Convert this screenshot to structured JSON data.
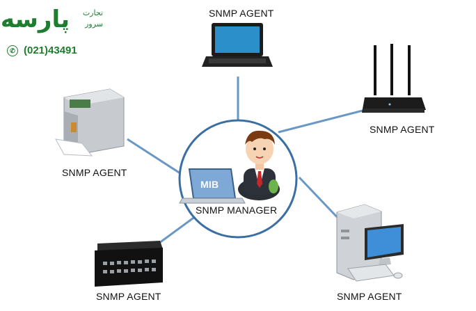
{
  "logo": {
    "main_text": "پارسه",
    "sub_text_1": "تجارت",
    "sub_text_2": "سرور",
    "phone": "(021)43491",
    "phone_icon": "whatsapp-phone-icon",
    "brand_color": "#1e7d2f"
  },
  "diagram": {
    "center": {
      "label": "SNMP MANAGER",
      "screen_label": "MIB"
    },
    "agents": [
      {
        "id": "laptop",
        "label": "SNMP AGENT",
        "icon": "laptop-icon"
      },
      {
        "id": "router",
        "label": "SNMP AGENT",
        "icon": "router-icon"
      },
      {
        "id": "printer",
        "label": "SNMP AGENT",
        "icon": "printer-icon"
      },
      {
        "id": "switch",
        "label": "SNMP AGENT",
        "icon": "network-switch-icon"
      },
      {
        "id": "desktop",
        "label": "SNMP AGENT",
        "icon": "desktop-computer-icon"
      }
    ],
    "line_color": "#6a98c4",
    "ring_color": "#3b6fa3"
  }
}
